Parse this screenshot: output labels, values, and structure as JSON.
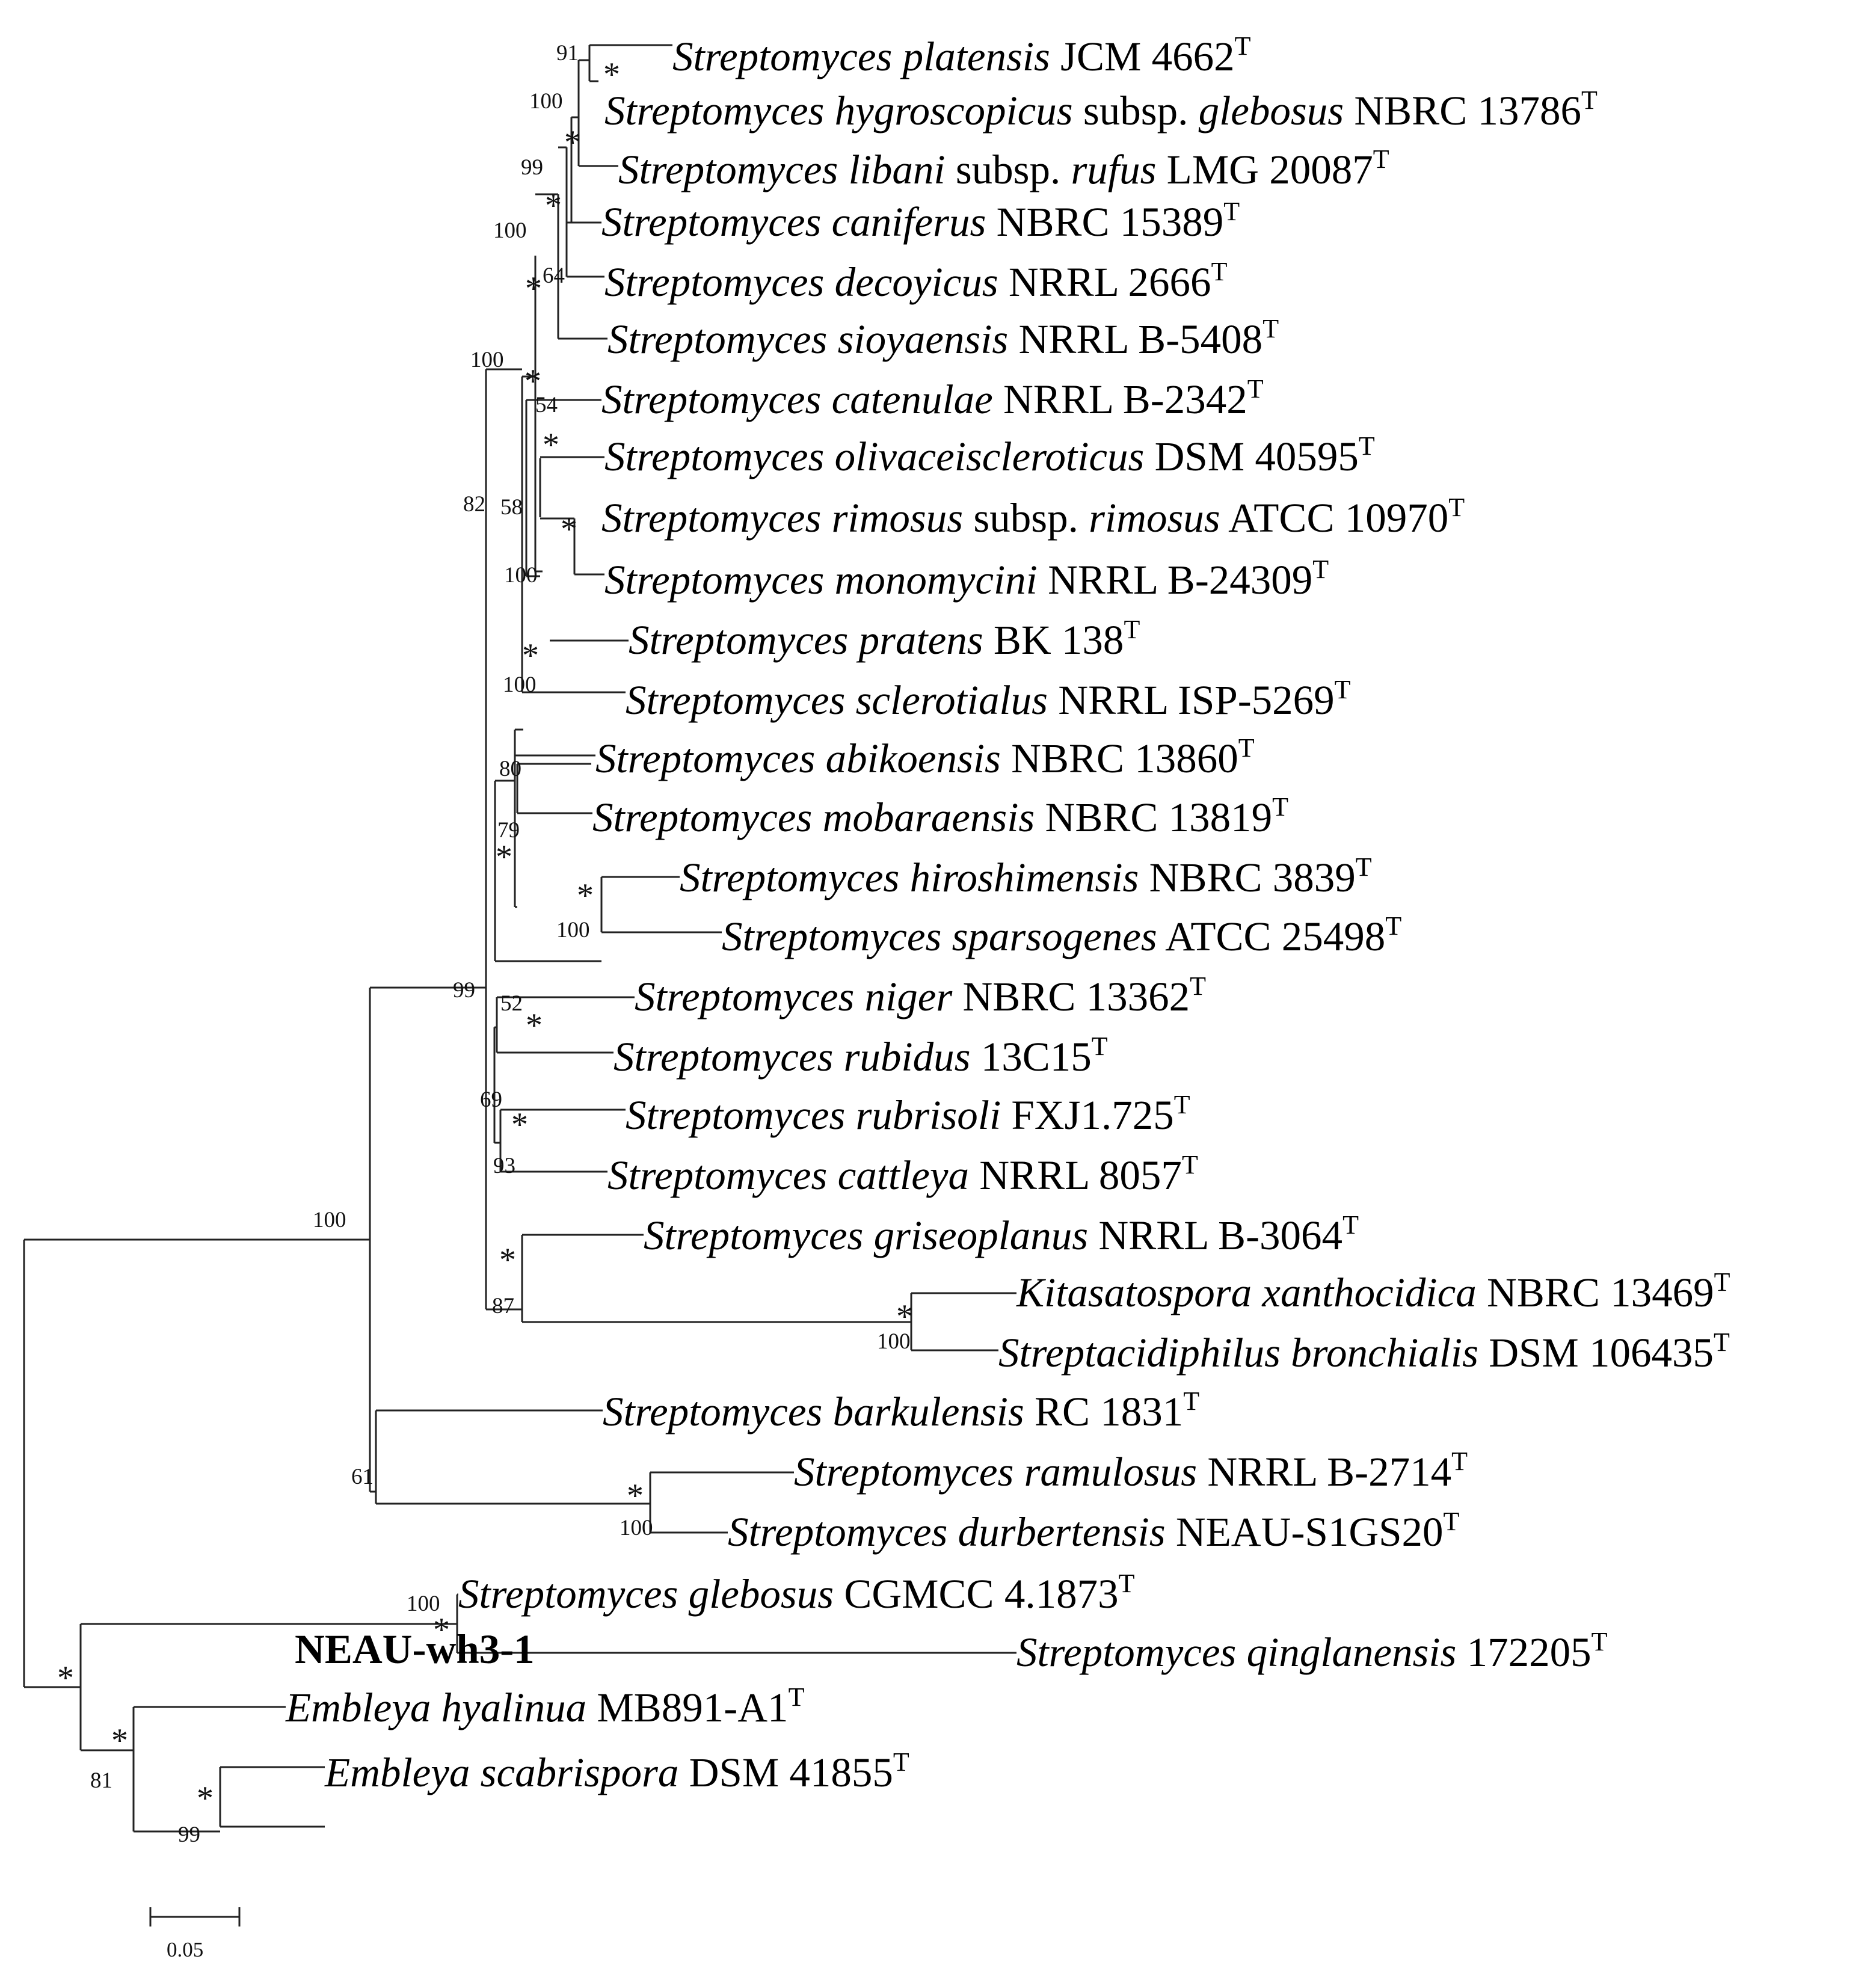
{
  "tree": {
    "scale_bar_label": "0.05",
    "type_superscript": "T",
    "highlighted_strain": "NEAU-wh3-1",
    "taxa": [
      {
        "genus": "Streptomyces",
        "species": "platensis",
        "strain": "JCM 4662"
      },
      {
        "genus": "Streptomyces",
        "species": "hygroscopicus",
        "subsp_word": "subsp.",
        "subspecies": "glebosus",
        "strain": "NBRC 13786"
      },
      {
        "genus": "Streptomyces",
        "species": "libani",
        "subsp_word": "subsp.",
        "subspecies": "rufus",
        "strain": "LMG 20087"
      },
      {
        "genus": "Streptomyces",
        "species": "caniferus",
        "strain": "NBRC 15389"
      },
      {
        "genus": "Streptomyces",
        "species": "decoyicus",
        "strain": "NRRL 2666"
      },
      {
        "genus": "Streptomyces",
        "species": "sioyaensis",
        "strain": "NRRL B-5408"
      },
      {
        "genus": "Streptomyces",
        "species": "catenulae",
        "strain": "NRRL B-2342"
      },
      {
        "genus": "Streptomyces",
        "species": "olivaceiscleroticus",
        "strain": "DSM 40595"
      },
      {
        "genus": "Streptomyces",
        "species": "rimosus",
        "subsp_word": "subsp.",
        "subspecies": "rimosus",
        "strain": "ATCC 10970"
      },
      {
        "genus": "Streptomyces",
        "species": "monomycini",
        "strain": "NRRL B-24309"
      },
      {
        "genus": "Streptomyces",
        "species": "pratens",
        "strain": "BK 138"
      },
      {
        "genus": "Streptomyces",
        "species": "sclerotialus",
        "strain": "NRRL ISP-5269"
      },
      {
        "genus": "Streptomyces",
        "species": "abikoensis",
        "strain": "NBRC 13860"
      },
      {
        "genus": "Streptomyces",
        "species": "mobaraensis",
        "strain": "NBRC 13819"
      },
      {
        "genus": "Streptomyces",
        "species": "hiroshimensis",
        "strain": "NBRC 3839"
      },
      {
        "genus": "Streptomyces",
        "species": "sparsogenes",
        "strain": "ATCC 25498"
      },
      {
        "genus": "Streptomyces",
        "species": "niger",
        "strain": "NBRC 13362"
      },
      {
        "genus": "Streptomyces",
        "species": "rubidus",
        "strain": "13C15"
      },
      {
        "genus": "Streptomyces",
        "species": "rubrisoli",
        "strain": "FXJ1.725"
      },
      {
        "genus": "Streptomyces",
        "species": "cattleya",
        "strain": "NRRL 8057"
      },
      {
        "genus": "Streptomyces",
        "species": "griseoplanus",
        "strain": "NRRL B-3064"
      },
      {
        "genus": "Kitasatospora",
        "species": "xanthocidica",
        "strain": "NBRC 13469"
      },
      {
        "genus": "Streptacidiphilus",
        "species": "bronchialis",
        "strain": "DSM 106435"
      },
      {
        "genus": "Streptomyces",
        "species": "barkulensis",
        "strain": "RC 1831"
      },
      {
        "genus": "Streptomyces",
        "species": "ramulosus",
        "strain": "NRRL B-2714"
      },
      {
        "genus": "Streptomyces",
        "species": "durbertensis",
        "strain": "NEAU-S1GS20"
      },
      {
        "genus": "Streptomyces",
        "species": "glebosus",
        "strain": "CGMCC 4.1873"
      },
      {
        "genus": "Streptomyces",
        "species": "qinglanensis",
        "strain": "172205"
      },
      {
        "genus": "Embleya",
        "species": "hyalinua",
        "strain": "MB891-A1"
      },
      {
        "genus": "Embleya",
        "species": "scabrispora",
        "strain": "DSM 41855"
      }
    ],
    "bootstrap_values": [
      "91",
      "100",
      "99",
      "100",
      "64",
      "100",
      "54",
      "82",
      "58",
      "100",
      "100",
      "80",
      "79",
      "100",
      "99",
      "52",
      "69",
      "93",
      "87",
      "100",
      "100",
      "61",
      "100",
      "100",
      "81",
      "99"
    ],
    "star_symbol": "*"
  }
}
